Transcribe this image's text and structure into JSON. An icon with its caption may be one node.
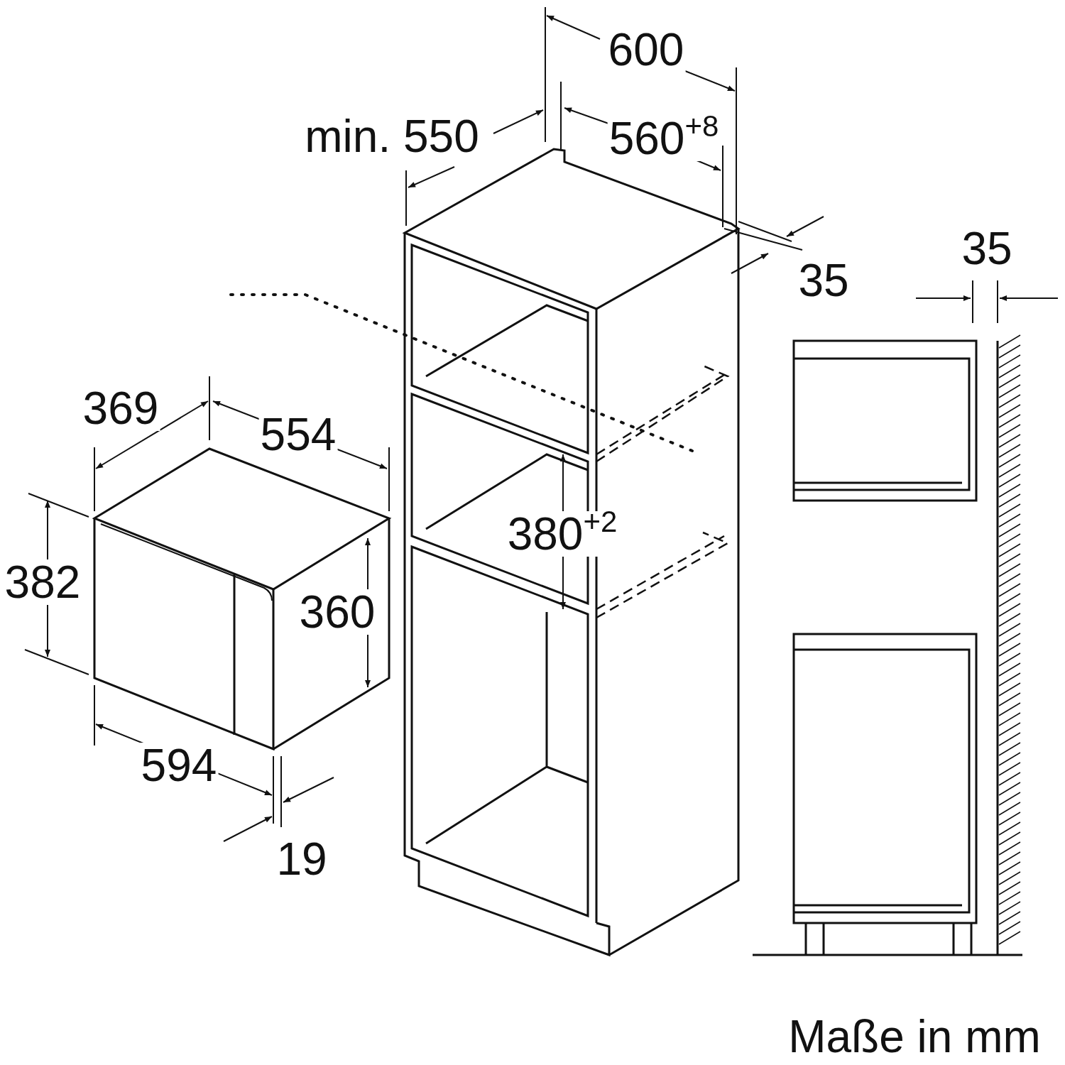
{
  "diagram": {
    "caption": "Maße in mm",
    "labels": [
      "600",
      "min. 550",
      "560$^{+8}$",
      "35",
      "35",
      "369",
      "554",
      "382",
      "360",
      "380$^{+2}$",
      "594",
      "19"
    ]
  }
}
